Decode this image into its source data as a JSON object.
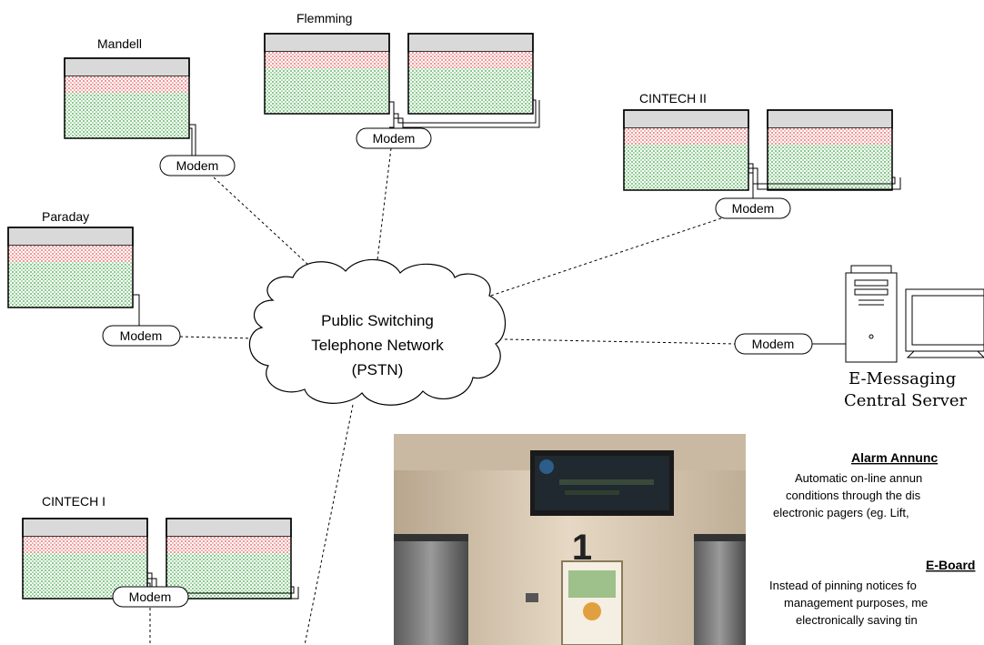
{
  "sites": [
    {
      "name": "Mandell",
      "modem": "Modem"
    },
    {
      "name": "Flemming",
      "modem": "Modem"
    },
    {
      "name": "CINTECH II",
      "modem": "Modem"
    },
    {
      "name": "Paraday",
      "modem": "Modem"
    },
    {
      "name": "CINTECH I",
      "modem": "Modem"
    }
  ],
  "network": {
    "line1": "Public Switching",
    "line2": "Telephone Network",
    "line3": "(PSTN)"
  },
  "server": {
    "modem": "Modem",
    "line1": "E-Messaging",
    "line2": "Central Server"
  },
  "photo": {
    "floor_number": "1"
  },
  "notes": [
    {
      "title": "Alarm Annunc",
      "lines": [
        "Automatic on-line annun",
        "conditions through the dis",
        "electronic pagers (eg. Lift,"
      ]
    },
    {
      "title": "E-Board",
      "lines": [
        "Instead of pinning notices fo",
        "management purposes, me",
        "electronically saving tin"
      ]
    }
  ],
  "colors": {
    "panel_header": "#d9d9d9",
    "red_dots": "#e05050",
    "green_dots": "#3aa040",
    "line": "#000000"
  }
}
